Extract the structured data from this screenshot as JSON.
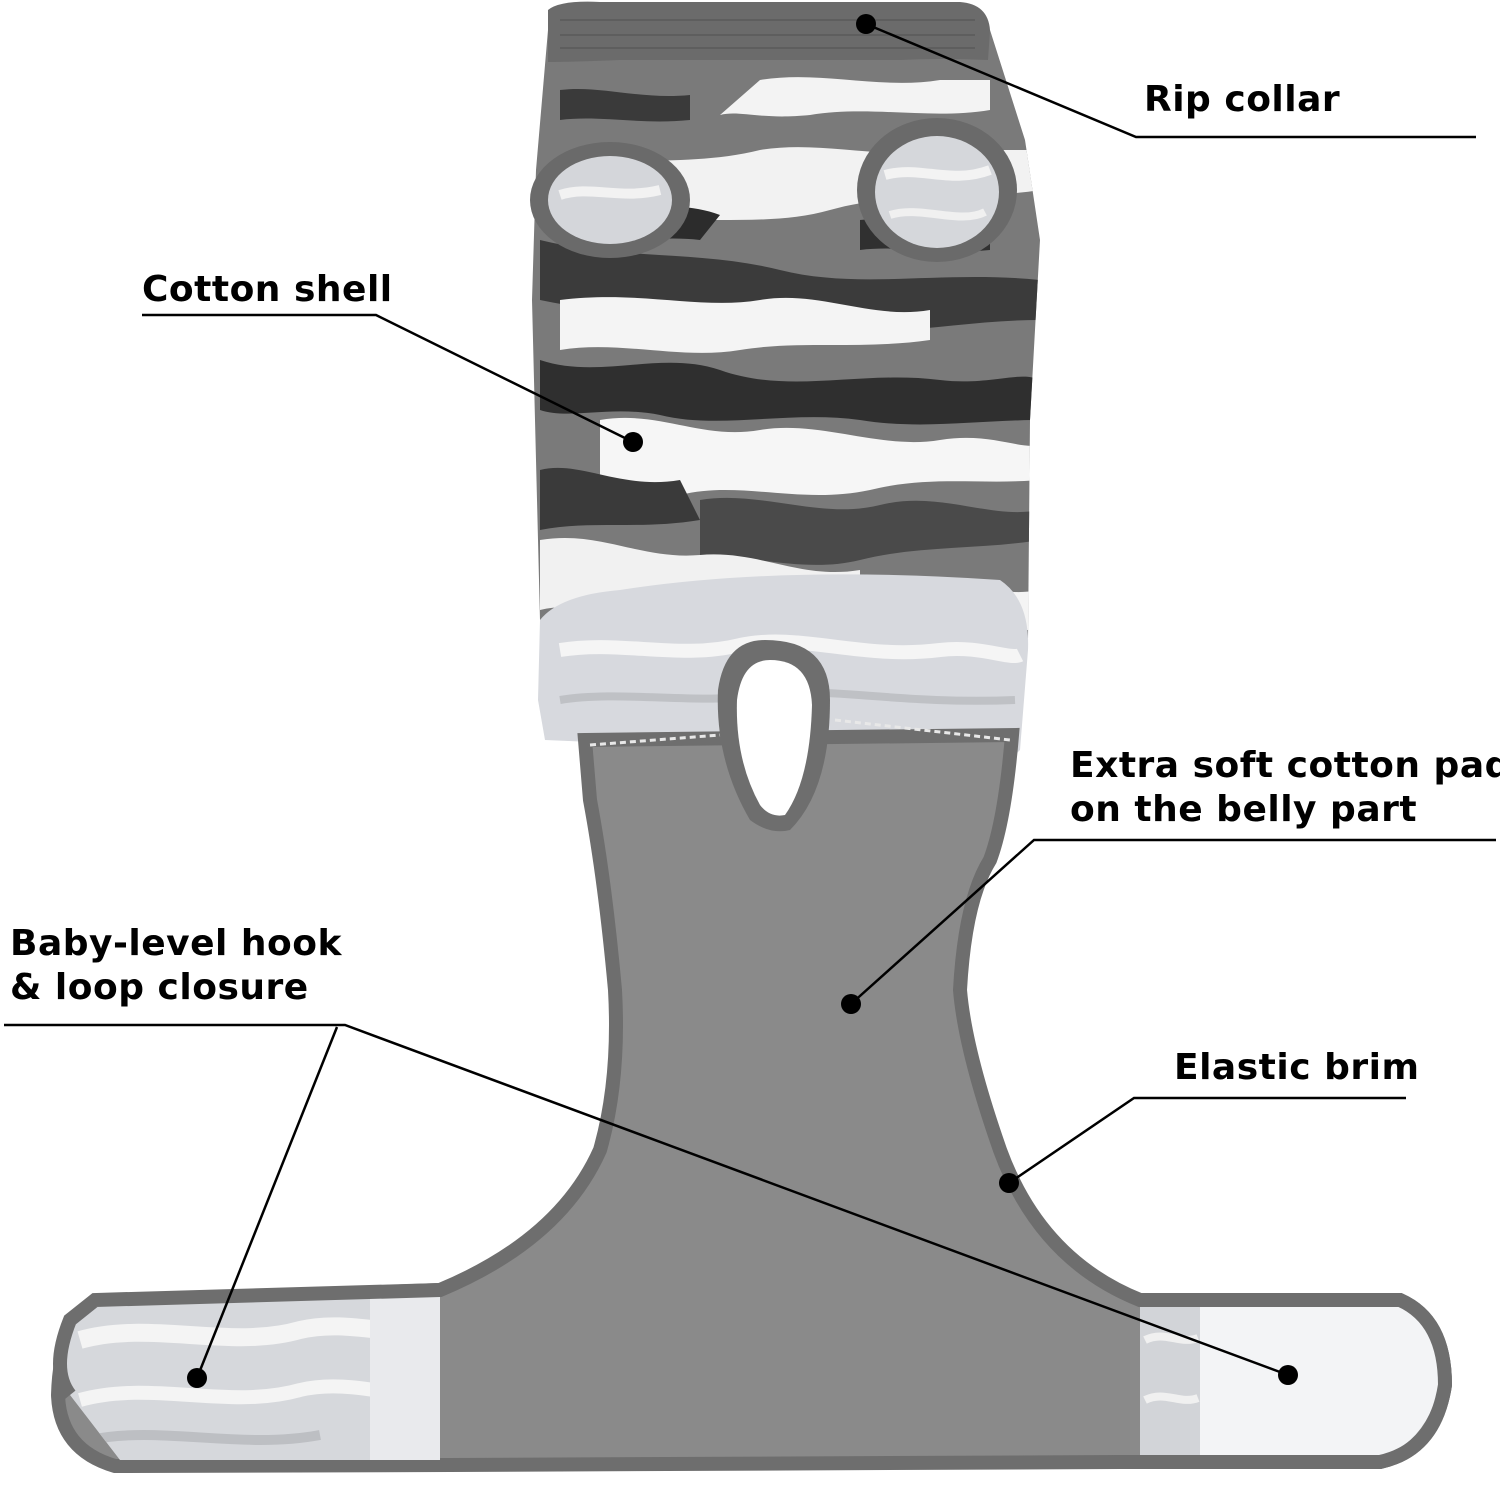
{
  "colors": {
    "background": "#ffffff",
    "fabric_gray": "#7f7f7f",
    "fabric_gray_dark": "#5a5a5a",
    "rib_gray": "#6a6a6a",
    "camo_dark": "#3b3b3b",
    "camo_mid": "#6e6e6e",
    "camo_light": "#f2f2f2",
    "lining_light": "#d9dade",
    "leader_line": "#000000"
  },
  "image": {
    "subject": "dog recovery suit",
    "icon": "dog-recovery-suit-icon"
  },
  "callouts": {
    "rip_collar": {
      "text": "Rip collar"
    },
    "cotton_shell": {
      "text": "Cotton shell"
    },
    "cotton_pad": {
      "line1": "Extra soft cotton pad",
      "line2": "on the belly part"
    },
    "closure": {
      "line1": "Baby-level hook",
      "line2": "& loop closure"
    },
    "elastic_brim": {
      "text": "Elastic brim"
    }
  }
}
